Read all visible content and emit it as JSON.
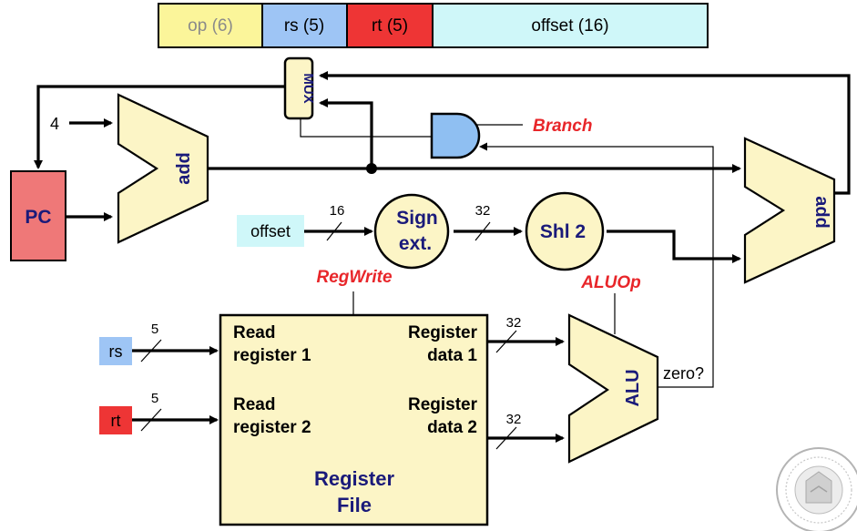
{
  "instruction_format": {
    "fields": [
      {
        "label": "op (6)",
        "color": "#fbf59a",
        "text_color": "#8a8a8a"
      },
      {
        "label": "rs (5)",
        "color": "#9ec5f5",
        "text_color": "#000000"
      },
      {
        "label": "rt (5)",
        "color": "#ee3535",
        "text_color": "#000000"
      },
      {
        "label": "offset (16)",
        "color": "#cff7f9",
        "text_color": "#000000"
      }
    ]
  },
  "components": {
    "mux": "MUX",
    "and_gate": "and-gate",
    "adder_top": "add",
    "adder_right": "add",
    "pc": "PC",
    "sign_ext_line1": "Sign",
    "sign_ext_line2": "ext.",
    "shl2": "Shl 2",
    "alu": "ALU",
    "regfile": {
      "read_reg1_l1": "Read",
      "read_reg1_l2": "register 1",
      "read_reg2_l1": "Read",
      "read_reg2_l2": "register 2",
      "data1_l1": "Register",
      "data1_l2": "data 1",
      "data2_l1": "Register",
      "data2_l2": "data 2",
      "title_l1": "Register",
      "title_l2": "File"
    }
  },
  "inputs": {
    "offset": "offset",
    "rs": "rs",
    "rt": "rt",
    "four": "4"
  },
  "control_signals": {
    "branch": "Branch",
    "regwrite": "RegWrite",
    "aluop": "ALUOp"
  },
  "bus_widths": {
    "offset_in": "16",
    "sign_out": "32",
    "rs_in": "5",
    "rt_in": "5",
    "data1": "32",
    "data2": "32"
  },
  "outputs": {
    "zero": "zero?"
  },
  "colors": {
    "component_fill": "#fcf5c6",
    "pc_fill": "#ef7878",
    "offset_fill": "#cff7f9",
    "rs_fill": "#9ec5f5",
    "rt_fill": "#ee3535",
    "and_fill": "#8fbff2",
    "control": "#e8262a",
    "label_navy": "#1a1a7a"
  }
}
